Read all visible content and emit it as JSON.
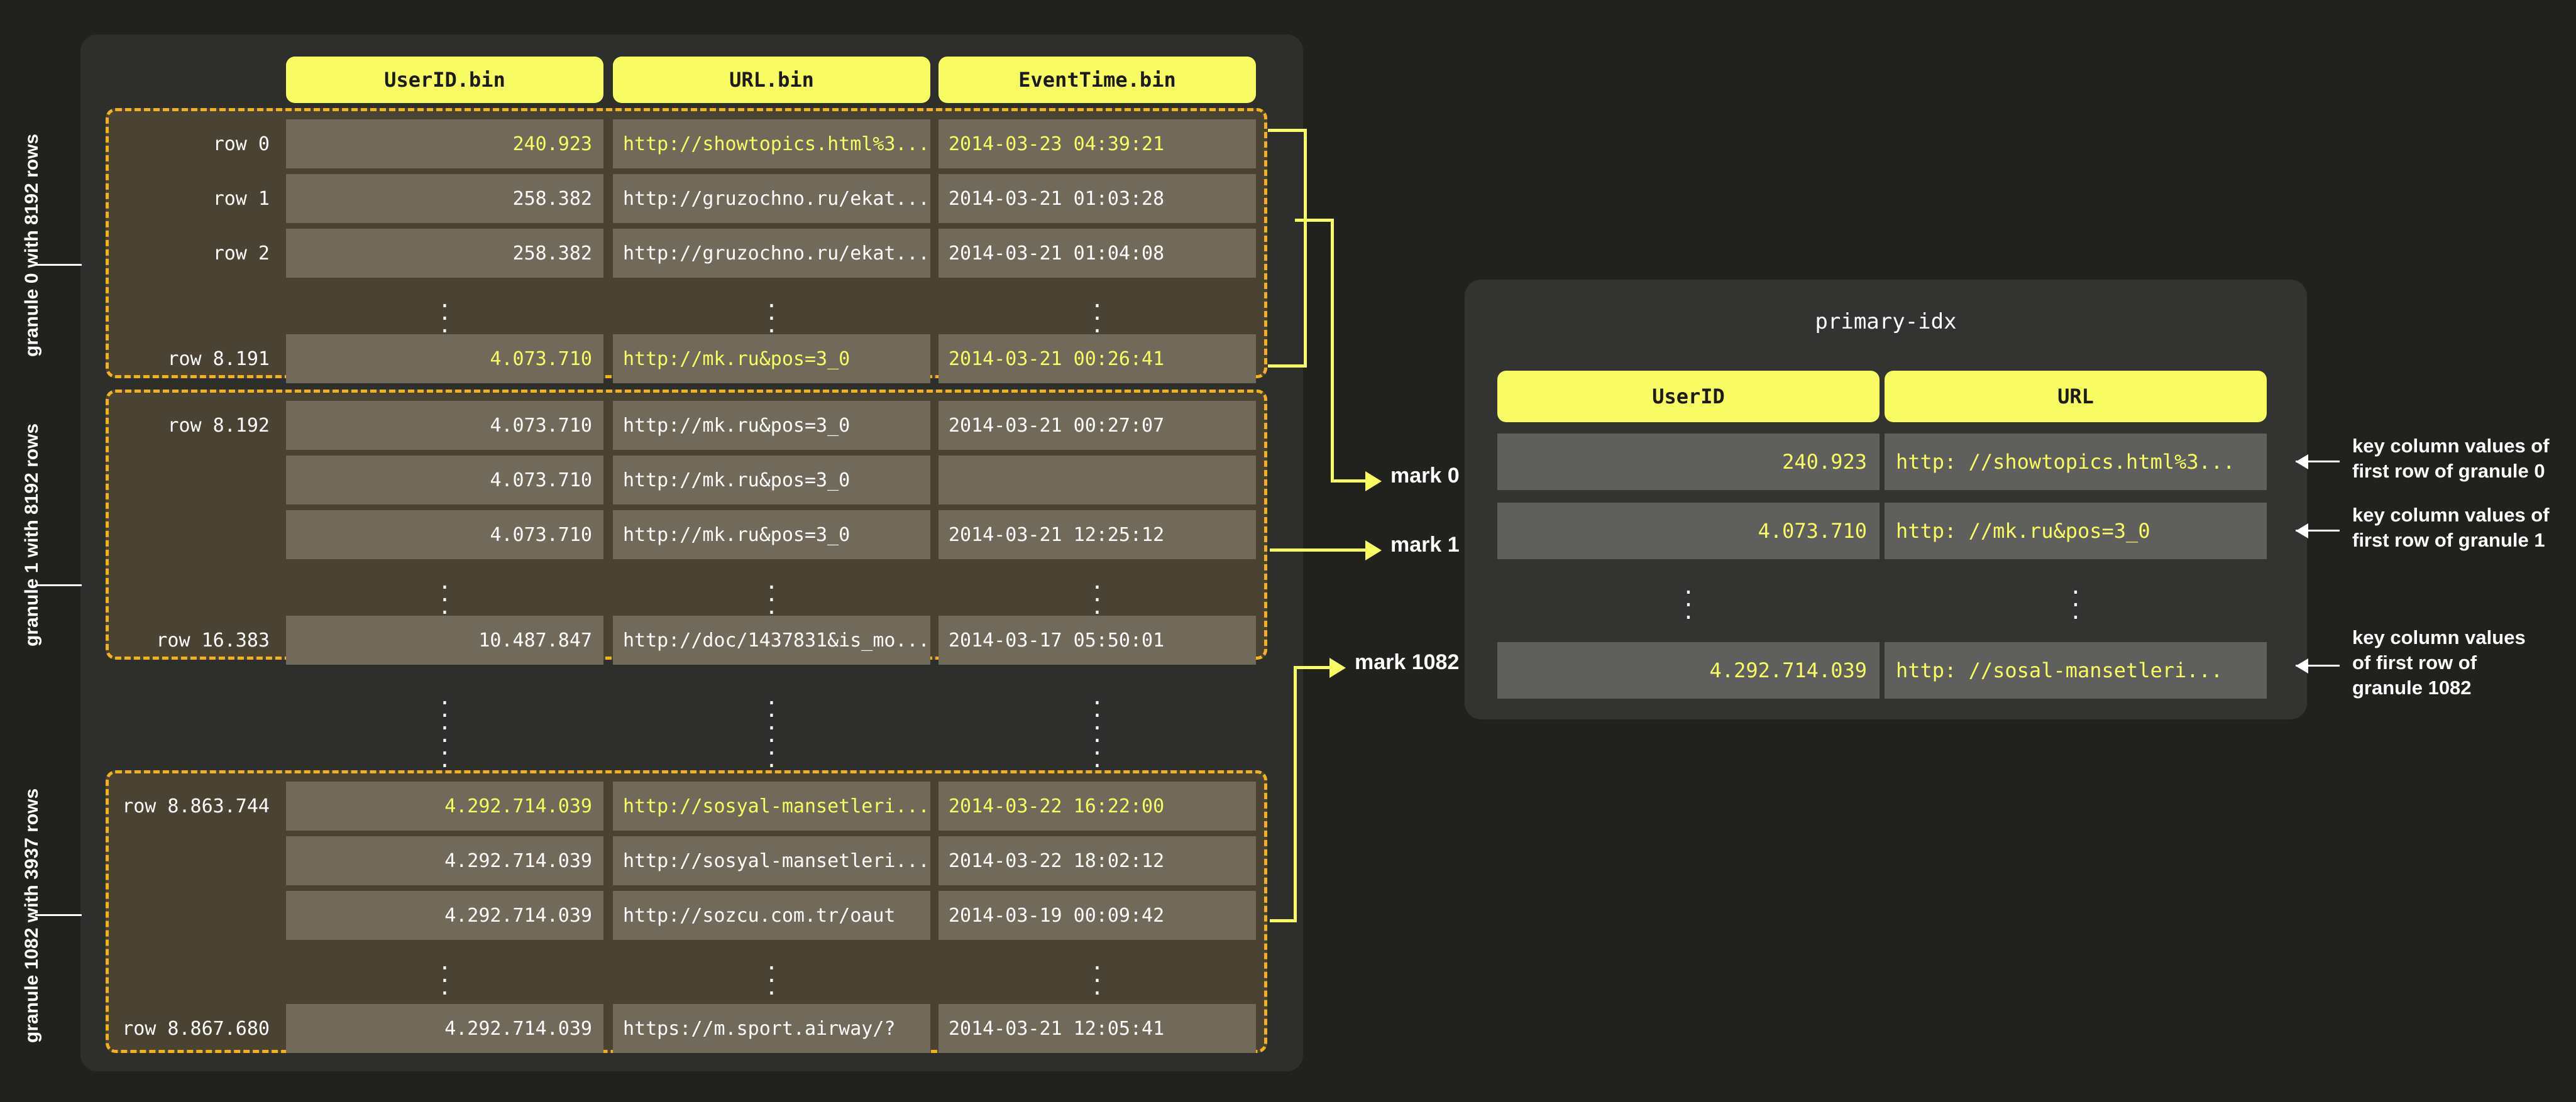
{
  "left_labels": [
    {
      "text": "granule 0 with 8192 rows"
    },
    {
      "text": "granule 1 with 8192 rows"
    },
    {
      "text": "granule 1082 with 3937 rows"
    }
  ],
  "columns": [
    "UserID.bin",
    "URL.bin",
    "EventTime.bin"
  ],
  "ellipsis": "⋮",
  "granules": [
    {
      "name": "granule-0",
      "rows": [
        {
          "label": "row 0",
          "highlight": true,
          "userid": "240.923",
          "url": "http://showtopics.html%3...",
          "eventtime": "2014-03-23 04:39:21"
        },
        {
          "label": "row 1",
          "highlight": false,
          "userid": "258.382",
          "url": "http://gruzochno.ru/ekat...",
          "eventtime": "2014-03-21 01:03:28"
        },
        {
          "label": "row 2",
          "highlight": false,
          "userid": "258.382",
          "url": "http://gruzochno.ru/ekat...",
          "eventtime": "2014-03-21 01:04:08"
        },
        {
          "label": "",
          "dots": true
        },
        {
          "label": "row 8.191",
          "highlight": true,
          "userid": "4.073.710",
          "url": "http://mk.ru&pos=3_0",
          "eventtime": "2014-03-21 00:26:41"
        }
      ]
    },
    {
      "name": "granule-1",
      "rows": [
        {
          "label": "row 8.192",
          "highlight": false,
          "userid": "4.073.710",
          "url": "http://mk.ru&pos=3_0",
          "eventtime": "2014-03-21 00:27:07"
        },
        {
          "label": "",
          "highlight": false,
          "userid": "4.073.710",
          "url": "http://mk.ru&pos=3_0",
          "eventtime": ""
        },
        {
          "label": "",
          "highlight": false,
          "userid": "4.073.710",
          "url": "http://mk.ru&pos=3_0",
          "eventtime": "2014-03-21 12:25:12"
        },
        {
          "label": "",
          "dots": true
        },
        {
          "label": "row 16.383",
          "highlight": false,
          "userid": "10.487.847",
          "url": "http://doc/1437831&is_mo...",
          "eventtime": "2014-03-17 05:50:01"
        }
      ]
    },
    {
      "name": "granule-1082",
      "rows": [
        {
          "label": "row 8.863.744",
          "highlight": true,
          "userid": "4.292.714.039",
          "url": "http://sosyal-mansetleri...",
          "eventtime": "2014-03-22 16:22:00"
        },
        {
          "label": "",
          "highlight": false,
          "userid": "4.292.714.039",
          "url": "http://sosyal-mansetleri...",
          "eventtime": "2014-03-22 18:02:12"
        },
        {
          "label": "",
          "highlight": false,
          "userid": "4.292.714.039",
          "url": "http://sozcu.com.tr/oaut",
          "eventtime": "2014-03-19 00:09:42"
        },
        {
          "label": "",
          "dots": true
        },
        {
          "label": "row 8.867.680",
          "highlight": false,
          "userid": "4.292.714.039",
          "url": "https://m.sport.airway/?",
          "eventtime": "2014-03-21 12:05:41"
        }
      ]
    }
  ],
  "marks": [
    {
      "label": "mark 0"
    },
    {
      "label": "mark 1"
    },
    {
      "label": "mark 1082"
    }
  ],
  "index": {
    "title": "primary-idx",
    "columns": [
      "UserID",
      "URL"
    ],
    "rows": [
      {
        "userid": "240.923",
        "url": "http: //showtopics.html%3..."
      },
      {
        "userid": "4.073.710",
        "url": "http: //mk.ru&pos=3_0"
      },
      {
        "dots": true
      },
      {
        "userid": "4.292.714.039",
        "url": "http: //sosal-mansetleri..."
      }
    ]
  },
  "notes": [
    {
      "line1": "key column values of",
      "line2": "first row of granule 0",
      "line3": ""
    },
    {
      "line1": "key column values of",
      "line2": "first row of granule 1",
      "line3": ""
    },
    {
      "line1": "key column values",
      "line2": "of first row of",
      "line3": "granule 1082"
    }
  ],
  "colors": {
    "page_bg": "#21211e",
    "panel_bg": "#2e2e2c",
    "granule_bg": "#4a4334",
    "granule_border": "#f2b21c",
    "cell_bg": "#716a5a",
    "accent_yellow": "#f9fb62",
    "idx_panel_bg": "#333331",
    "idx_cell_bg": "#5f5f5d",
    "text_white": "#ffffff"
  }
}
